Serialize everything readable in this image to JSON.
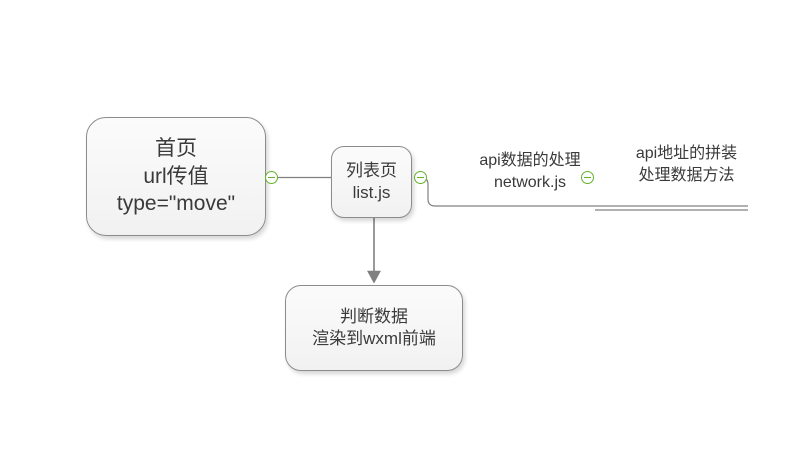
{
  "diagram": {
    "type": "mind-map",
    "title": "",
    "background_color": "#ffffff",
    "node_fill_color": "#f6f6f6",
    "node_border_color": "#8c8c8c",
    "text_color": "#3a3a3a",
    "connector_color": "#808080",
    "handle_color": "#63b32a"
  },
  "nodes": [
    {
      "id": "home",
      "name": "home-page-node",
      "lines": [
        "首页",
        "url传值",
        "type=\"move\""
      ]
    },
    {
      "id": "list",
      "name": "list-page-node",
      "lines": [
        "列表页",
        "list.js"
      ]
    },
    {
      "id": "render",
      "name": "render-node",
      "lines": [
        "判断数据",
        "渲染到wxml前端"
      ]
    }
  ],
  "labels": [
    {
      "id": "network",
      "name": "network-label",
      "lines": [
        "api数据的处理",
        "network.js"
      ]
    },
    {
      "id": "apiurl",
      "name": "api-url-label",
      "lines": [
        "api地址的拼装",
        "处理数据方法"
      ]
    }
  ],
  "handles": [
    {
      "id": "home",
      "name": "collapse-handle-home",
      "icon": "minus-circle-icon",
      "state": "expanded"
    },
    {
      "id": "list",
      "name": "collapse-handle-list",
      "icon": "minus-circle-icon",
      "state": "expanded"
    },
    {
      "id": "net",
      "name": "collapse-handle-network",
      "icon": "minus-circle-icon",
      "state": "expanded"
    }
  ]
}
